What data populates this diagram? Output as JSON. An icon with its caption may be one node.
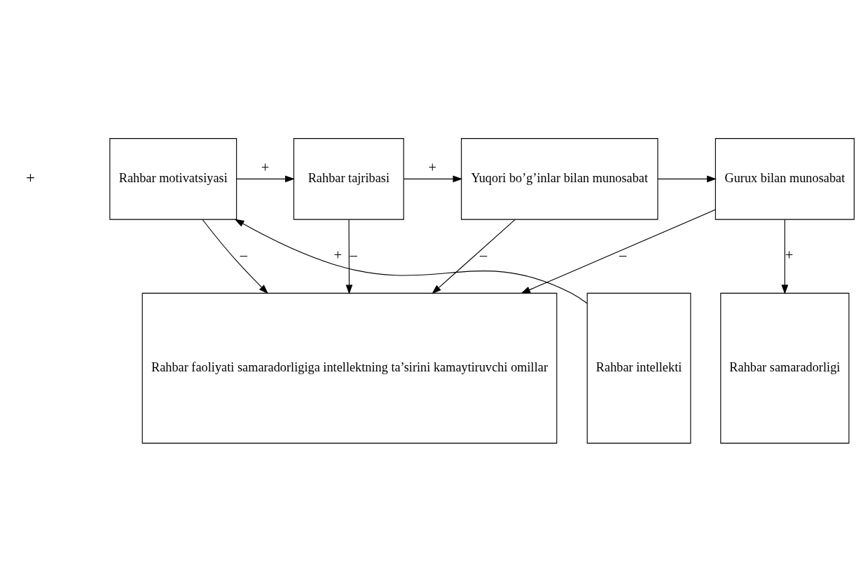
{
  "diagram": {
    "nodes": [
      {
        "text": [
          "Rahbar motivatsiyasi"
        ]
      },
      {
        "text": [
          "Rahbar tajribasi"
        ]
      },
      {
        "text": [
          "Yuqori bo’g’inlar bilan munosabat"
        ]
      },
      {
        "text": [
          "Gurux bilan munosabat"
        ]
      },
      {
        "text": [
          "Rahbar intellekti"
        ]
      },
      {
        "text": [
          "Rahbar faoliyati samaradorligiga intellektning ta’sirini kamaytiruvchi omillar"
        ]
      },
      {
        "text": [
          "Rahbar samaradorligi"
        ]
      }
    ],
    "edges": [
      {
        "from": 4,
        "to": 0,
        "arrow": "to",
        "label": "+"
      },
      {
        "from": 0,
        "to": 1,
        "arrow": "to",
        "label": "+"
      },
      {
        "from": 1,
        "to": 2,
        "arrow": "to",
        "label": "+"
      },
      {
        "from": 2,
        "to": 3,
        "arrow": "to"
      },
      {
        "from": 0,
        "to": 5,
        "arrow": "to",
        "label": "–"
      },
      {
        "from": 1,
        "to": 5,
        "arrow": "to",
        "label": "–"
      },
      {
        "from": 2,
        "to": 5,
        "arrow": "to",
        "label": "–"
      },
      {
        "from": 3,
        "to": 5,
        "arrow": "to",
        "label": "–"
      },
      {
        "from": 3,
        "to": 6,
        "arrow": "to",
        "label": "+"
      }
    ],
    "labels": [
      "+"
    ]
  }
}
